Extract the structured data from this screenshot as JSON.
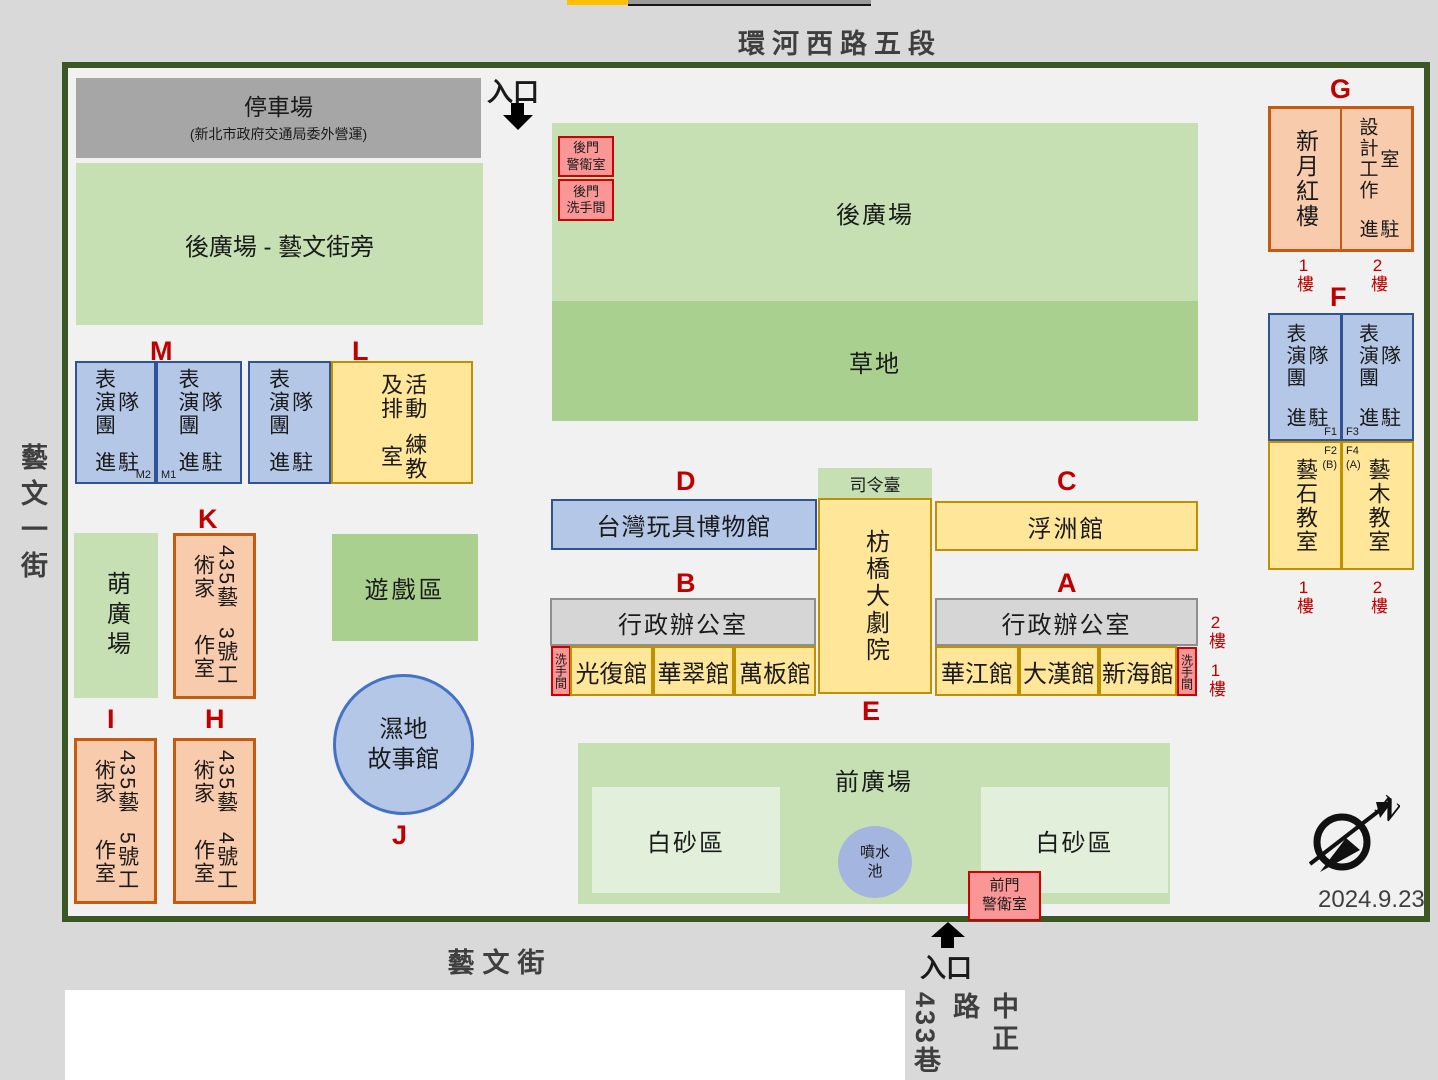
{
  "roads": {
    "top": "環河西路五段",
    "left": "藝文一街",
    "bottom": "藝文街",
    "zhongzheng": "中正路",
    "lane433": "433巷"
  },
  "entrance_label": "入口",
  "date": "2024.9.23",
  "compass": {
    "n": "N"
  },
  "parking": {
    "title": "停車場",
    "subtitle": "(新北市政府交通局委外營運)"
  },
  "areas": {
    "back_plaza_side": "後廣場 - 藝文街旁",
    "back_plaza": "後廣場",
    "grass": "草地",
    "meng_plaza": "萌廣場",
    "play_area": "遊戲區",
    "stage": "司令臺",
    "front_plaza": "前廣場",
    "sand": "白砂區",
    "fountain_l1": "噴水",
    "fountain_l2": "池"
  },
  "zone_labels": {
    "A": "A",
    "B": "B",
    "C": "C",
    "D": "D",
    "E": "E",
    "F": "F",
    "G": "G",
    "H": "H",
    "I": "I",
    "J": "J",
    "K": "K",
    "L": "L",
    "M": "M"
  },
  "floors": {
    "f1": "1樓",
    "f2": "2樓"
  },
  "buildings": {
    "toy_museum": "台灣玩具博物館",
    "fuzhou_hall": "浮洲館",
    "theater": "枋橋大劇院",
    "office": "行政辦公室",
    "b_row": {
      "toilet": "洗手間",
      "guangfu": "光復館",
      "huacui": "華翠館",
      "wanban": "萬板館"
    },
    "a_row": {
      "huajiang": "華江館",
      "dahan": "大漢館",
      "xinhai": "新海館",
      "toilet": "洗手間"
    },
    "wetland_l1": "濕地",
    "wetland_l2": "故事館",
    "back_guard": {
      "l1": "後門",
      "l2": "警衛室"
    },
    "back_toilet": {
      "l1": "後門",
      "l2": "洗手間"
    },
    "front_guard": {
      "l1": "前門",
      "l2": "警衛室"
    },
    "perf_col1": "表演團隊",
    "perf_col2": "進駐",
    "m_sub_right": "M2",
    "m_sub_left": "M1",
    "f_sub1": "F1",
    "f_sub3": "F3",
    "f_sub2": "F2",
    "f_sub2b": "(B)",
    "f_sub4": "F4",
    "f_sub4b": "(A)",
    "activity_col1": "活動及排",
    "activity_col2": "練教室",
    "studio_k": {
      "col1": "435藝術家",
      "col2": "3號工作室"
    },
    "studio_h": {
      "col1": "435藝術家",
      "col2": "4號工作室"
    },
    "studio_i": {
      "col1": "435藝術家",
      "col2": "5號工作室"
    },
    "crescent": "新月紅樓",
    "design_col1": "設計工作室",
    "design_col2": "進駐",
    "stone_class": "藝石教室",
    "wood_class": "藝木教室"
  },
  "colors": {
    "map_border": "#3b5725",
    "zone_letter": "#c00000",
    "plaza_green": "#c6e0b4",
    "grass_green": "#a9d08e",
    "building_blue": "#b4c7e7",
    "building_yellow": "#ffe699",
    "building_orange": "#f8cbad",
    "guard_red": "#fa9696"
  }
}
